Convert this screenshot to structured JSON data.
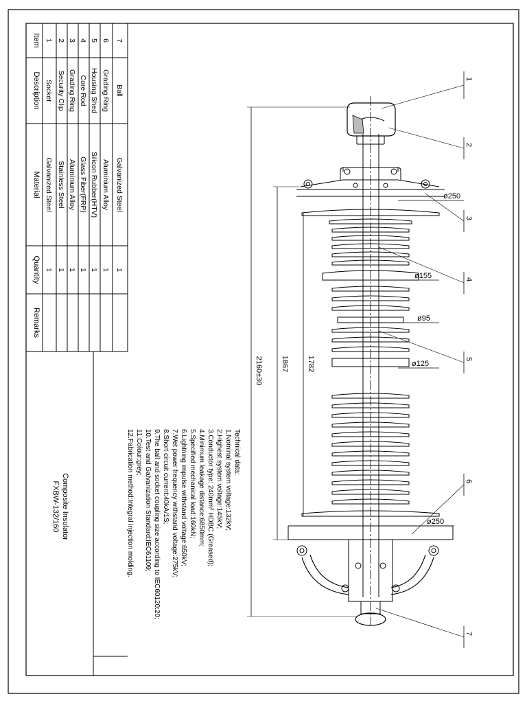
{
  "bom_table": {
    "headers": {
      "item": "Item",
      "description": "Description",
      "material": "Material",
      "quantity": "Quantity",
      "remarks": "Remarks"
    },
    "rows": [
      {
        "item": "7",
        "description": "Ball",
        "material": "Galvanized Steel",
        "quantity": "1"
      },
      {
        "item": "6",
        "description": "Grading Ring",
        "material": "Aluminium Alloy",
        "quantity": "1"
      },
      {
        "item": "5",
        "description": "Housing Shed",
        "material": "Silicon Rubber(HTV)",
        "quantity": "1"
      },
      {
        "item": "4",
        "description": "Core Rod",
        "material": "Glass Fiber(FRP)",
        "quantity": "1"
      },
      {
        "item": "3",
        "description": "Grading Ring",
        "material": "Aluminium Alloy",
        "quantity": "1"
      },
      {
        "item": "2",
        "description": "Security Clip",
        "material": "Stainless Steel",
        "quantity": "1"
      },
      {
        "item": "1",
        "description": "Socket",
        "material": "Galvanized Steel",
        "quantity": "1"
      }
    ]
  },
  "title_block": {
    "name": "Composite Insulator",
    "code": "FXBW-132/160"
  },
  "technical_data": {
    "heading": "Technical data:",
    "lines": [
      "1.Nominal system voltage:132kV;",
      "2.Highest system voltage:145kV;",
      "3.Conductor type: 240mm² HDBC (Greased);",
      "4.Minimum leakage distance:6850mm;",
      "5.Specified mechanical load:160kN;",
      "6.Lightning impulse withstand voltage:650kV;",
      "7.Wet power frequency withstand voltage:275kV;",
      "8.Short circuit current:40kA/1S;",
      "9.The ball and socket coupling size according to IEC60120:20;",
      "10.Test and Galvanization Standard:IEC61109;",
      "11.Colour:grey;",
      "12.Fabrication method:Integral injection molding."
    ]
  },
  "dimensions": {
    "overall": "2160±30",
    "ring_span": "1867",
    "housing": "1782",
    "top_ring": "ø250",
    "bottom_ring": "ø250",
    "large_shed": "ø155",
    "small_shed": "ø95",
    "mid_shed": "ø125"
  },
  "callouts": [
    "1",
    "2",
    "3",
    "4",
    "5",
    "6",
    "7"
  ]
}
